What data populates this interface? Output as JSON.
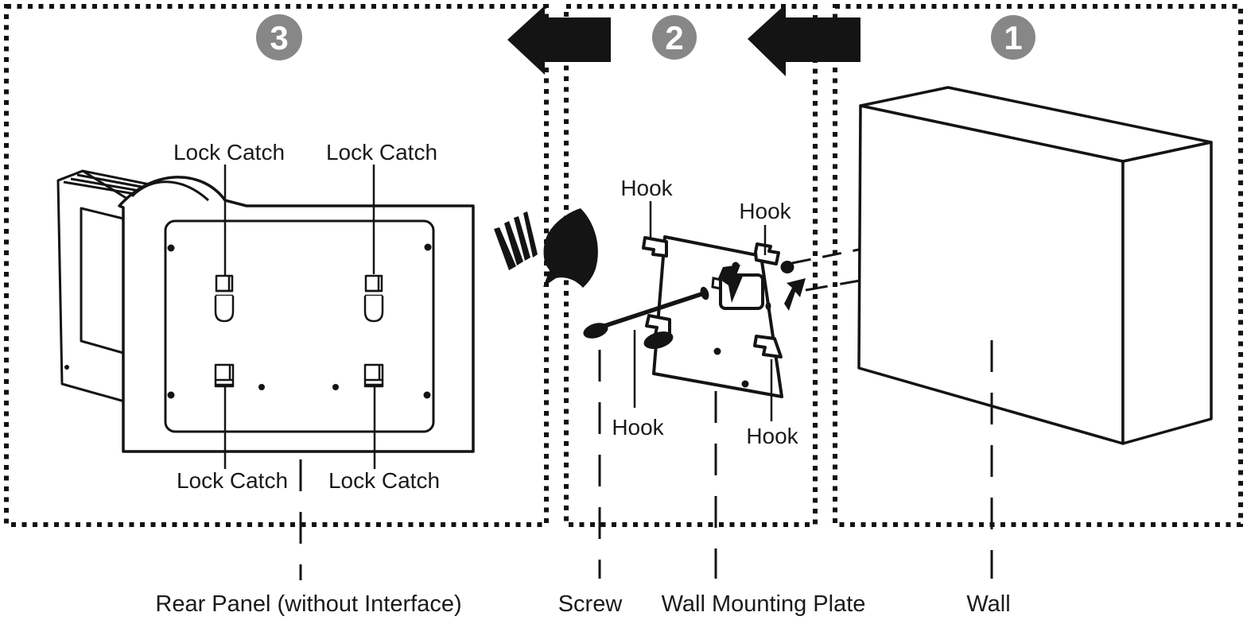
{
  "diagram": {
    "title_semantic": "wall-mount-installation-steps",
    "colors": {
      "background": "#ffffff",
      "line": "#141414",
      "step_circle": "#878787",
      "step_number_text": "#ffffff"
    },
    "steps": {
      "step1": {
        "number": "1",
        "caption": "Wall"
      },
      "step2": {
        "number": "2",
        "caption_screw": "Screw",
        "caption_plate": "Wall Mounting Plate"
      },
      "step3": {
        "number": "3",
        "caption": "Rear Panel (without Interface)"
      }
    },
    "labels": {
      "lock_catch_top_left": "Lock Catch",
      "lock_catch_top_right": "Lock Catch",
      "lock_catch_bottom_left": "Lock Catch",
      "lock_catch_bottom_right": "Lock Catch",
      "hook_top_left": "Hook",
      "hook_top_right": "Hook",
      "hook_bottom_left": "Hook",
      "hook_bottom_right": "Hook"
    },
    "icons": {
      "left_arrow_step2_to_step3": "solid-left-arrow",
      "left_arrow_step1_to_step2": "solid-left-arrow",
      "attach_swing_arrow": "curved-swing-arrow"
    }
  }
}
